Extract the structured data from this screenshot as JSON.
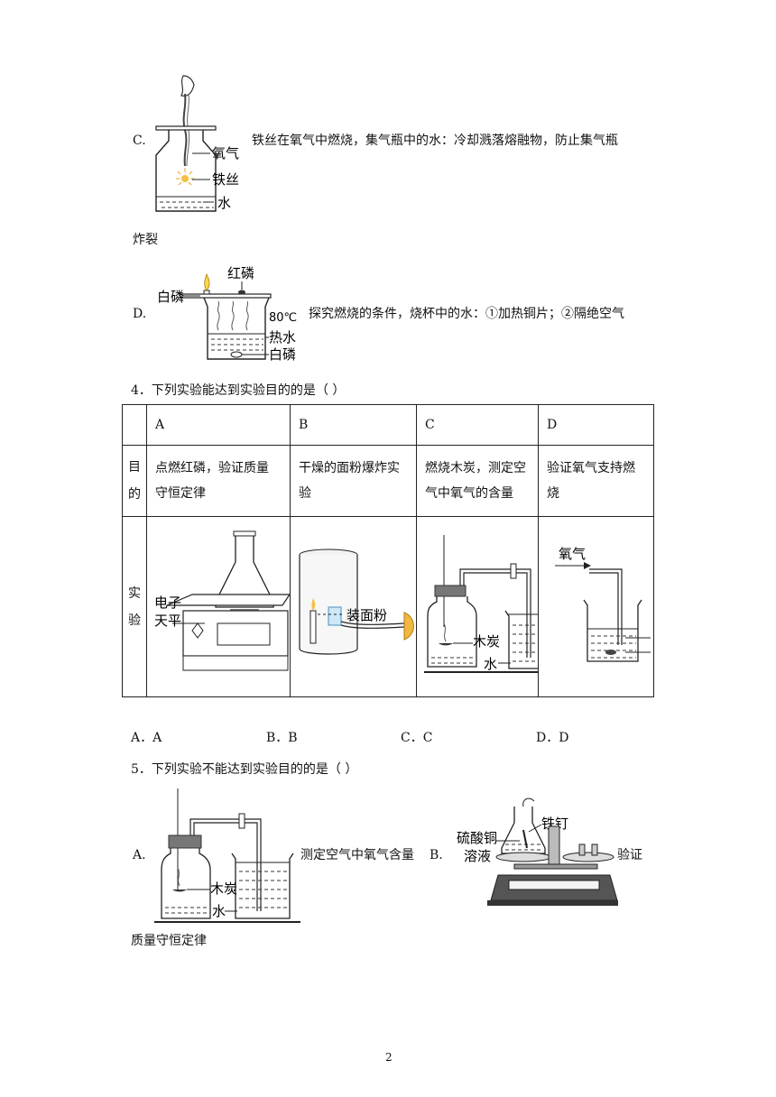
{
  "q3c": {
    "label": "C.",
    "text_line1": "铁丝在氧气中燃烧，集气瓶中的水：冷却溅落熔融物，防止集气瓶",
    "text_line2": "炸裂",
    "fig_labels": {
      "oxygen": "氧气",
      "iron_wire": "铁丝",
      "water": "水"
    }
  },
  "q3d": {
    "label": "D.",
    "text": "探究燃烧的条件，烧杯中的水：①加热铜片；②隔绝空气",
    "fig_labels": {
      "red_p": "红磷",
      "white_p_top": "白磷",
      "temp": "80℃",
      "hot_water": "热水",
      "white_p_bottom": "白磷"
    }
  },
  "q4": {
    "stem": "4．下列实验能达到实验目的的是（    ）",
    "header": [
      "A",
      "B",
      "C",
      "D"
    ],
    "purpose_label": [
      "目",
      "的"
    ],
    "purposes": [
      [
        "点燃红磷，验证质量",
        "守恒定律"
      ],
      [
        "干燥的面粉爆炸实",
        "验"
      ],
      [
        "燃烧木炭，测定空",
        "气中氧气的含量"
      ],
      [
        "验证氧气支持燃",
        "烧"
      ]
    ],
    "experiment_label": [
      "实",
      "验"
    ],
    "fig_labels": {
      "a_balance_1": "电子",
      "a_balance_2": "天平",
      "b_flour": "装面粉",
      "c_charcoal": "木炭",
      "c_water": "水",
      "d_oxygen": "氧气"
    },
    "options": [
      "A．A",
      "B．B",
      "C．C",
      "D．D"
    ]
  },
  "q5": {
    "stem": "5．下列实验不能达到实验目的的是（    ）",
    "a_label": "A.",
    "a_text": "测定空气中氧气含量",
    "b_label": "B.",
    "b_text": "验证",
    "tail": "质量守恒定律",
    "fig_labels": {
      "a_charcoal": "木炭",
      "a_water": "水",
      "b_cuso4_1": "硫酸铜",
      "b_cuso4_2": "溶液",
      "b_nail": "铁钉"
    }
  },
  "page_number": "2"
}
